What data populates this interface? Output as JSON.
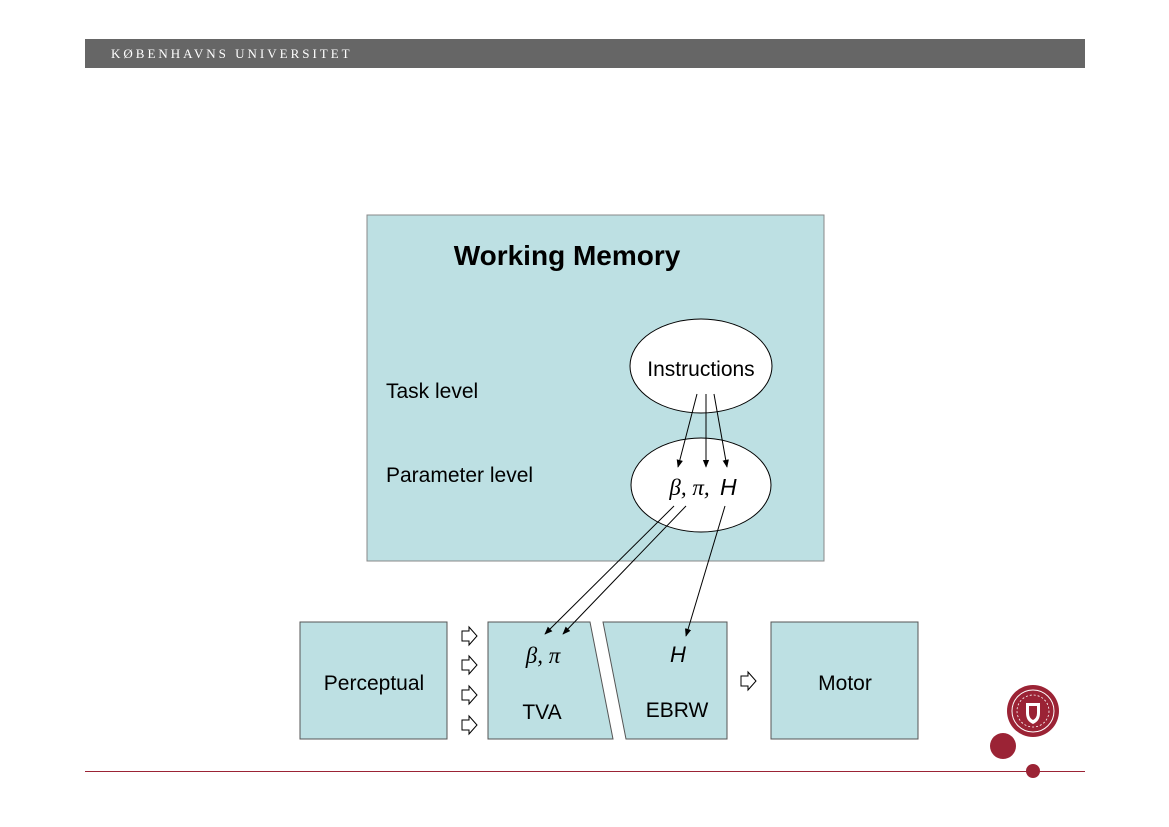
{
  "header": {
    "university": "KØBENHAVNS UNIVERSITET"
  },
  "colors": {
    "box_fill": "#bde0e3",
    "header_bar": "#666666",
    "accent": "#9b2335"
  },
  "working_memory": {
    "title": "Working Memory",
    "task_level": "Task level",
    "parameter_level": "Parameter level",
    "instructions": "Instructions",
    "params_beta_pi": "β, π,",
    "params_h": "H"
  },
  "pipeline": {
    "perceptual": "Perceptual",
    "tva_params": "β, π",
    "tva": "TVA",
    "ebrw_param": "H",
    "ebrw": "EBRW",
    "motor": "Motor"
  },
  "logo": {
    "icon": "university-seal-icon"
  }
}
